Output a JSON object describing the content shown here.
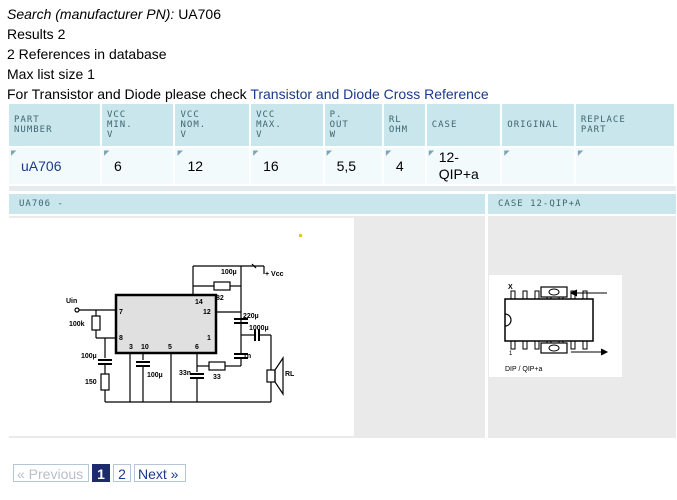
{
  "search": {
    "label": "Search (manufacturer PN):",
    "query": "UA706",
    "results": "Results 2",
    "references": "2 References in database",
    "max_list": "Max list size 1",
    "cross_prefix": "For Transistor and Diode please check",
    "cross_link": "Transistor and Diode Cross Reference"
  },
  "table": {
    "headers": {
      "part_l1": "PART",
      "part_l2": "NUMBER",
      "vccmin_l1": "VCC",
      "vccmin_l2": "MIN.",
      "vccmin_l3": "V",
      "vccnom_l1": "VCC",
      "vccnom_l2": "NOM.",
      "vccnom_l3": "V",
      "vccmax_l1": "VCC",
      "vccmax_l2": "MAX.",
      "vccmax_l3": "V",
      "pout_l1": "P.",
      "pout_l2": "OUT",
      "pout_l3": "W",
      "rl_l1": "RL",
      "rl_l2": "OHM",
      "case": "CASE",
      "original": "ORIGINAL",
      "replace_l1": "REPLACE",
      "replace_l2": "PART"
    },
    "row": {
      "part": "uA706",
      "vcc_min": "6",
      "vcc_nom": "12",
      "vcc_max": "16",
      "pout": "5,5",
      "rl": "4",
      "case_l1": "12-",
      "case_l2": "QIP+a",
      "original": "",
      "replace": ""
    }
  },
  "detail": {
    "left_header": "UA706 -",
    "right_header": "CASE 12-QIP+A",
    "schematic": {
      "uin": "Uin",
      "r100k": "100k",
      "c100u": "100µ",
      "r150": "150",
      "c100u_top": "100µ",
      "vcc": "+ Vcc",
      "r82": "82",
      "c220u": "220µ",
      "c1000u": "1000µ",
      "c1n": "1n",
      "c100u_b": "100µ",
      "c33n": "33n",
      "r33": "33",
      "rl": "RL",
      "pin14": "14",
      "pin12": "12",
      "pin7": "7",
      "pin8": "8",
      "pin1": "1",
      "pin3": "3",
      "pin10": "10",
      "pin5": "5",
      "pin6": "6"
    },
    "package": {
      "x_mark": "X",
      "pin1": "1",
      "caption": "DIP / QIP+a"
    }
  },
  "pagination": {
    "prev": "« Previous",
    "current": "1",
    "page2": "2",
    "next": "Next »"
  },
  "colors": {
    "header_bg": "#c9e6ec",
    "header_text": "#3d6670",
    "link": "#1a3a8c",
    "current_page": "#1d2a6d"
  }
}
